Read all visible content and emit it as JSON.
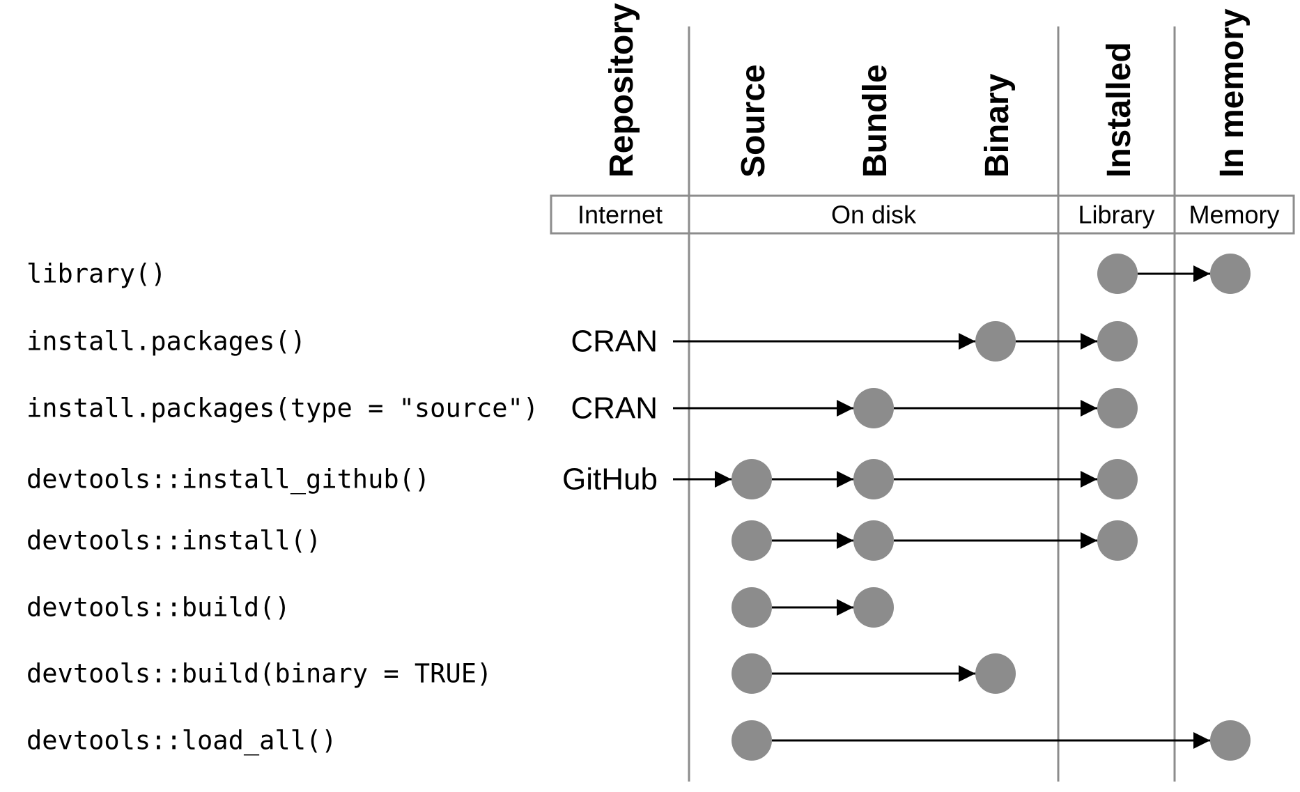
{
  "columns": [
    {
      "key": "repository",
      "label": "Repository"
    },
    {
      "key": "source",
      "label": "Source"
    },
    {
      "key": "bundle",
      "label": "Bundle"
    },
    {
      "key": "binary",
      "label": "Binary"
    },
    {
      "key": "installed",
      "label": "Installed"
    },
    {
      "key": "memory",
      "label": "In memory"
    }
  ],
  "locations": [
    {
      "label": "Internet",
      "columns": [
        "repository"
      ]
    },
    {
      "label": "On disk",
      "columns": [
        "source",
        "bundle",
        "binary"
      ]
    },
    {
      "label": "Library",
      "columns": [
        "installed"
      ]
    },
    {
      "label": "Memory",
      "columns": [
        "memory"
      ]
    }
  ],
  "rows": [
    {
      "function": "library()",
      "origin": "",
      "states": [
        "installed",
        "memory"
      ]
    },
    {
      "function": "install.packages()",
      "origin": "CRAN",
      "states": [
        "binary",
        "installed"
      ]
    },
    {
      "function": "install.packages(type = \"source\")",
      "origin": "CRAN",
      "states": [
        "bundle",
        "installed"
      ]
    },
    {
      "function": "devtools::install_github()",
      "origin": "GitHub",
      "states": [
        "source",
        "bundle",
        "installed"
      ]
    },
    {
      "function": "devtools::install()",
      "origin": "",
      "states": [
        "source",
        "bundle",
        "installed"
      ]
    },
    {
      "function": "devtools::build()",
      "origin": "",
      "states": [
        "source",
        "bundle"
      ]
    },
    {
      "function": "devtools::build(binary = TRUE)",
      "origin": "",
      "states": [
        "source",
        "binary"
      ]
    },
    {
      "function": "devtools::load_all()",
      "origin": "",
      "states": [
        "source",
        "memory"
      ]
    }
  ],
  "colors": {
    "node": "#8c8c8c",
    "divider": "#8c8c8c",
    "arrow": "#000000",
    "text": "#000000"
  }
}
